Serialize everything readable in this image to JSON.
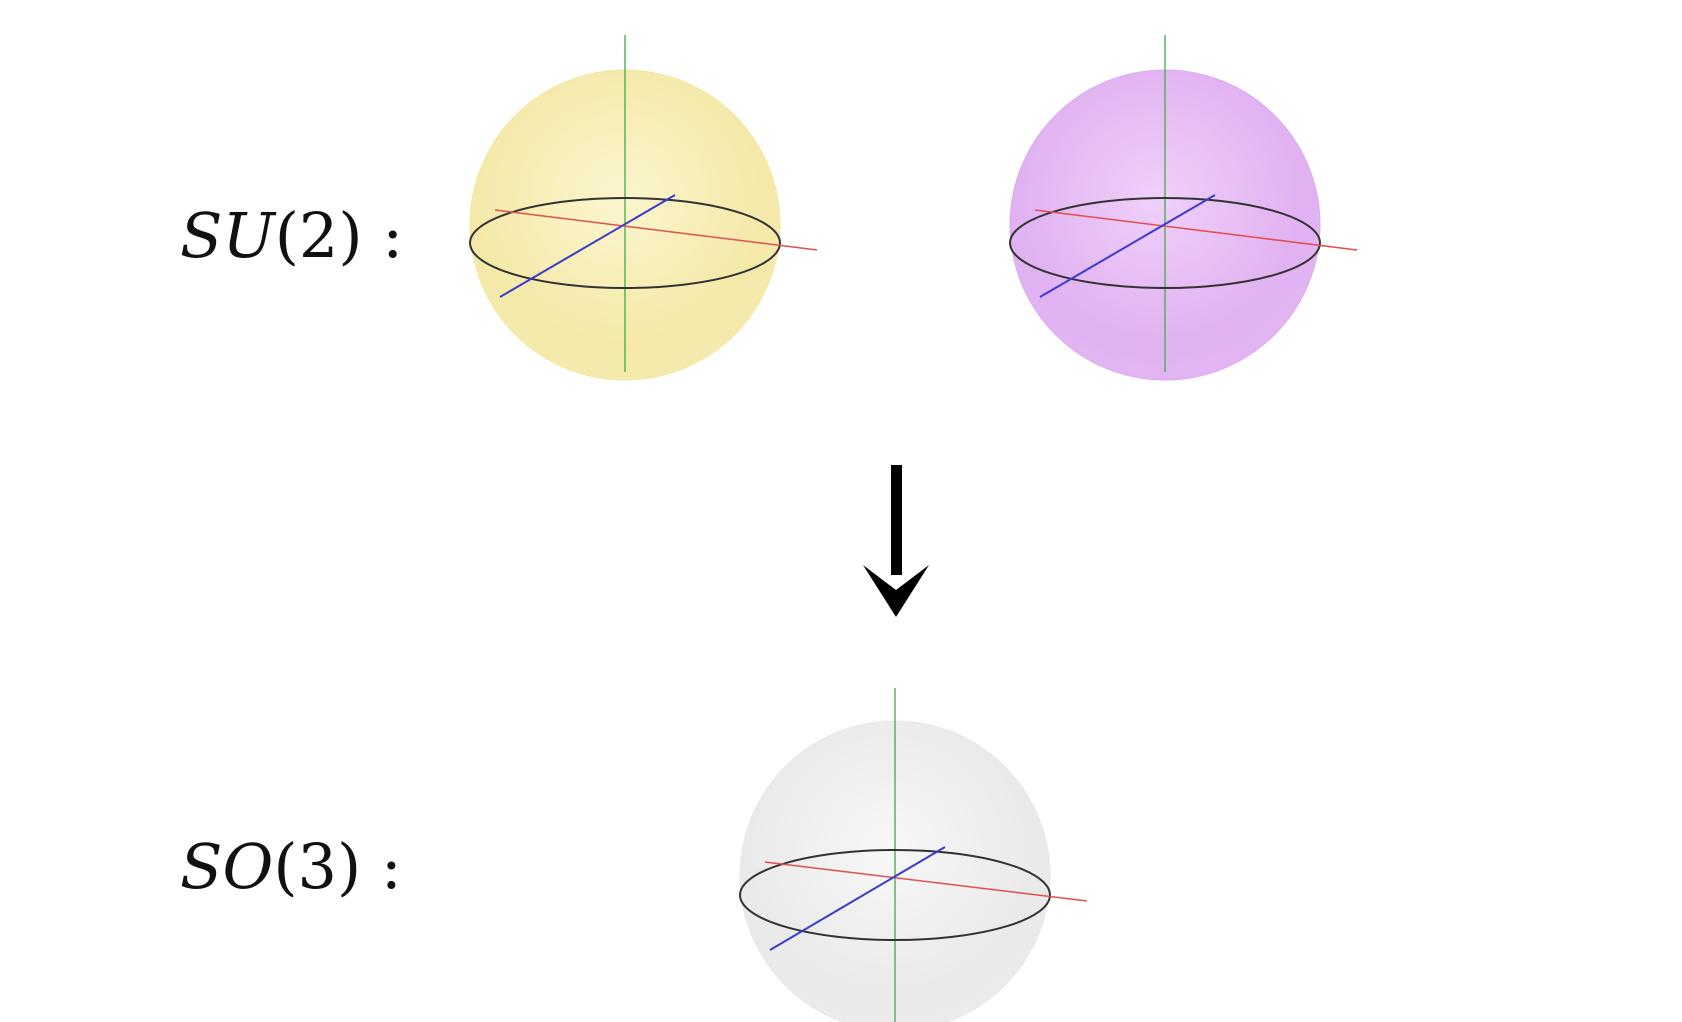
{
  "labels": {
    "su2": {
      "group_letters": "SU",
      "arg": "(2)",
      "suffix": " :"
    },
    "so3": {
      "group_letters": "SO",
      "arg": "(3)",
      "suffix": " :"
    }
  },
  "spheres": [
    {
      "name": "su2-sheet-one",
      "fill": "#f3e7a1",
      "highlight": "#fbf5cc"
    },
    {
      "name": "su2-sheet-two",
      "fill": "#deaaf0",
      "highlight": "#efcefa"
    },
    {
      "name": "so3-sphere",
      "fill": "#e8e8e8",
      "highlight": "#f7f7f7"
    }
  ],
  "axis_colors": {
    "x": "#e05050",
    "y": "#3b3bcc",
    "z": "#4caf50",
    "equator": "#333333"
  },
  "arrow": {
    "color": "#000000",
    "meaning": "covering-map"
  }
}
